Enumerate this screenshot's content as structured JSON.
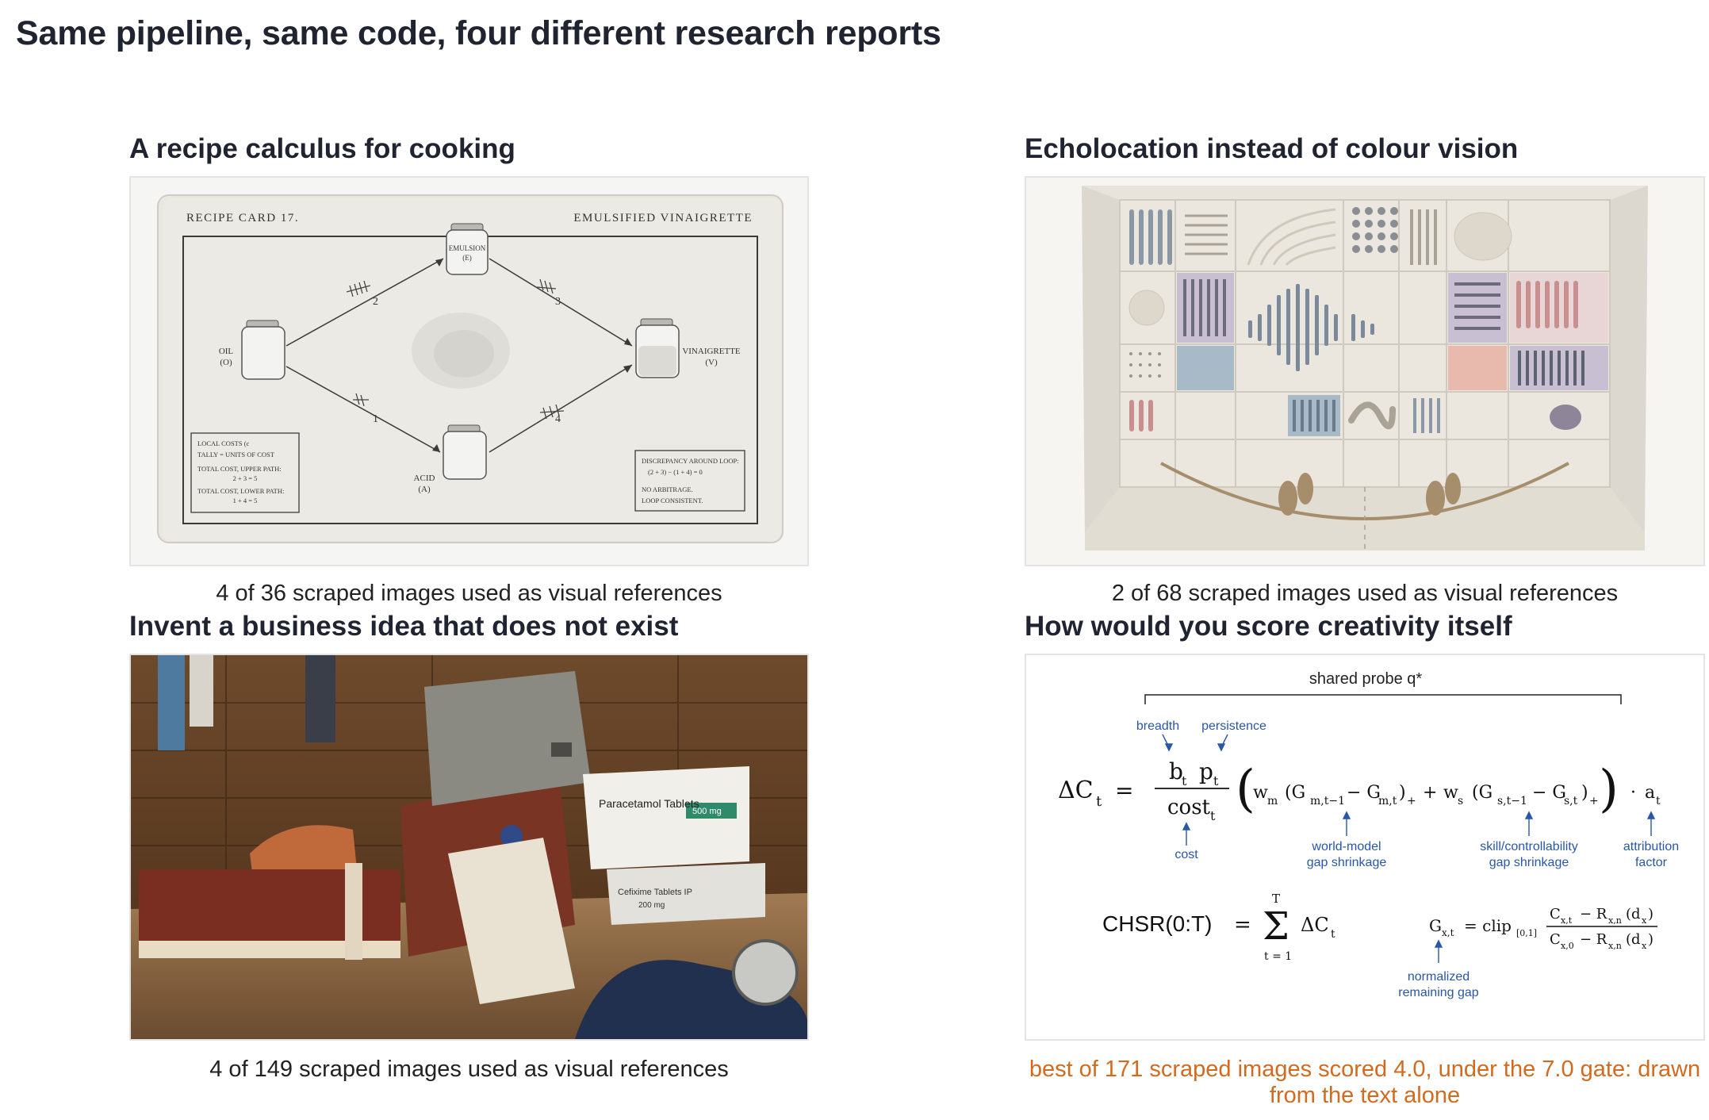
{
  "page": {
    "title": "Same pipeline, same code, four different research reports"
  },
  "panels": [
    {
      "title": "A recipe calculus for cooking",
      "caption": "4 of 36 scraped images used as visual references",
      "card": {
        "header_left": "RECIPE CARD 17.",
        "header_right": "EMULSIFIED VINAIGRETTE",
        "node_oil": "OIL",
        "node_oil_sym": "(O)",
        "node_emulsion": "EMULSION",
        "node_emulsion_sym": "(E)",
        "node_acid": "ACID",
        "node_acid_sym": "(A)",
        "node_vinaigrette": "VINAIGRETTE",
        "node_vinaigrette_sym": "(V)",
        "edge_oe": "2",
        "edge_ev": "3",
        "edge_oa": "1",
        "edge_av": "4",
        "costs_title": "LOCAL COSTS (c",
        "costs_tally": "TALLY = UNITS OF COST",
        "costs_upper": "TOTAL COST, UPPER PATH:",
        "costs_upper_val": "2 + 3 = 5",
        "costs_lower": "TOTAL COST, LOWER PATH:",
        "costs_lower_val": "1 + 4 = 5",
        "loop_title": "DISCREPANCY AROUND LOOP:",
        "loop_eq": "(2 + 3) − (1 + 4) = 0",
        "loop_note1": "NO ARBITRAGE.",
        "loop_note2": "LOOP CONSISTENT."
      }
    },
    {
      "title": "Echolocation instead of colour vision",
      "caption": "2 of 68 scraped images used as visual references"
    },
    {
      "title": "Invent a business idea that does not exist",
      "caption": "4 of 149 scraped images used as visual references",
      "photo": {
        "box_label_1": "Paracetamol Tablets",
        "box_label_2": "500 mg",
        "box2_label_1": "Cefixime Tablets IP",
        "box2_label_2": "200 mg"
      }
    },
    {
      "title": "How would you score creativity itself",
      "caption": "best of 171 scraped images scored 4.0, under the 7.0 gate: drawn from the text alone",
      "formula": {
        "shared_probe": "shared probe q*",
        "breadth": "breadth",
        "persistence": "persistence",
        "cost": "cost",
        "world_model_1": "world-model",
        "world_model_2": "gap shrinkage",
        "skill_1": "skill/controllability",
        "skill_2": "gap shrinkage",
        "attribution_1": "attribution",
        "attribution_2": "factor",
        "normalized_1": "normalized",
        "normalized_2": "remaining gap",
        "chsr_label": "CHSR(0:T)"
      }
    }
  ],
  "colors": {
    "accent_blue": "#2a56a8",
    "warning_orange": "#d26a1f",
    "title": "#1f2430"
  }
}
